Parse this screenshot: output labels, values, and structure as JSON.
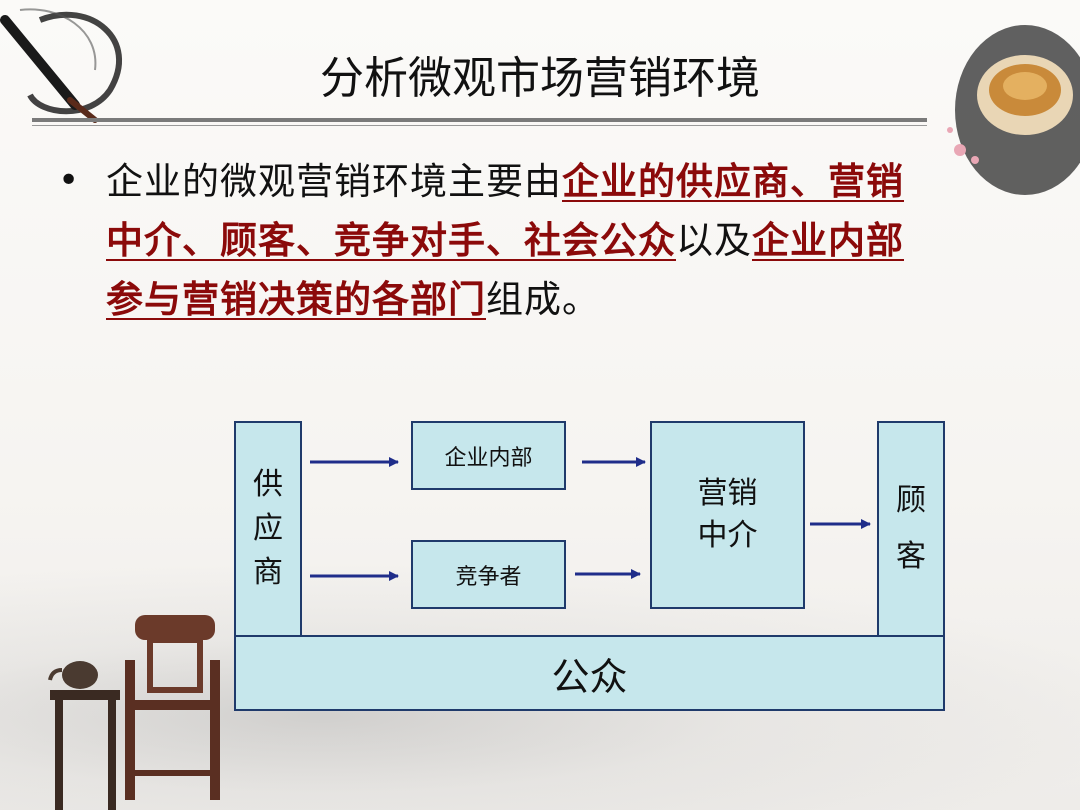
{
  "title": "分析微观市场营销环境",
  "bullet": {
    "parts": [
      {
        "text": "企业的微观营销环境主要由",
        "highlight": false
      },
      {
        "text": "企业的供应商、营销中介、顾客、竞争对手、社会公众",
        "highlight": true
      },
      {
        "text": "以及",
        "highlight": false
      },
      {
        "text": "企业内部参与营销决策的各部门",
        "highlight": true
      },
      {
        "text": "组成。",
        "highlight": false
      }
    ]
  },
  "diagram": {
    "supplier": "供应商",
    "internal": "企业内部",
    "competitors": "竞争者",
    "intermediaries": "营销中介",
    "customers": "顾客",
    "public": "公众"
  },
  "colors": {
    "box_fill": "#c6e7ec",
    "box_border": "#1f3a6b",
    "arrow": "#1f2d8a",
    "highlight_text": "#8b0a0a"
  }
}
